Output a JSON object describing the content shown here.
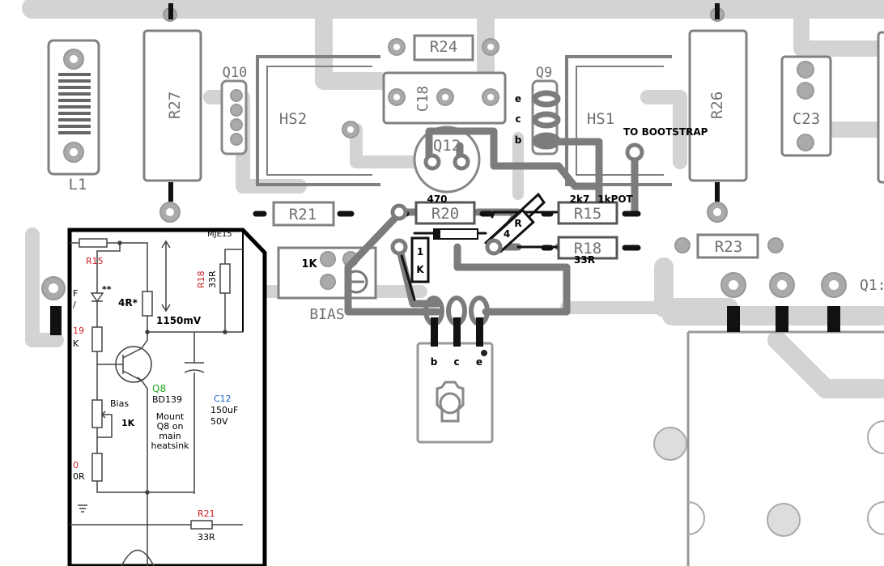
{
  "pcb_labels": {
    "r27": "R27",
    "r24": "R24",
    "c18": "C18",
    "q10": "Q10",
    "hs2": "HS2",
    "q9": "Q9",
    "hs1": "HS1",
    "r26": "R26",
    "c23": "C23",
    "l1": "L1",
    "q12": "Q12",
    "r21": "R21",
    "r20": "R20",
    "r15": "R15",
    "r18": "R18",
    "r23": "R23",
    "bias": "BIAS",
    "q11": "Q1:"
  },
  "annotations": {
    "pin_e": "e",
    "pin_c": "c",
    "pin_b": "b",
    "to_bootstrap": "TO BOOTSTRAP",
    "r470": "470",
    "r2k7": "2k7",
    "pot_1k": "1kPOT",
    "r33": "33R",
    "pot_bias": "1K",
    "resistor_1k_a": "1",
    "resistor_1k_b": "K",
    "resistor_4r_a": "R",
    "resistor_4r_b": "4",
    "q8_pins": [
      "b",
      "c",
      "e"
    ]
  },
  "schematic": {
    "mje": "MJE15",
    "r15": "R15",
    "r18": "R18",
    "r18_val": "33R",
    "diode_mark": "**",
    "r4": "4R*",
    "voltage": "1150mV",
    "f": "F",
    "slash": "/",
    "r19": "19",
    "k": "K",
    "q8": "Q8",
    "q8_type": "BD139",
    "c12": "C12",
    "c12_val": "150uF",
    "c12_v": "50V",
    "bias": "Bias",
    "bias_val": "1K",
    "mount": [
      "Mount",
      "Q8 on",
      "main",
      "heatsink"
    ],
    "r_lower": "0",
    "r_lower_val": "0R",
    "r21": "R21",
    "r21_val": "33R"
  },
  "colors": {
    "silk": "#707070",
    "track": "#cccccc",
    "wire": "#7a7a7a",
    "red": "#cc2222",
    "green": "#22aa22",
    "blue": "#2266cc"
  }
}
